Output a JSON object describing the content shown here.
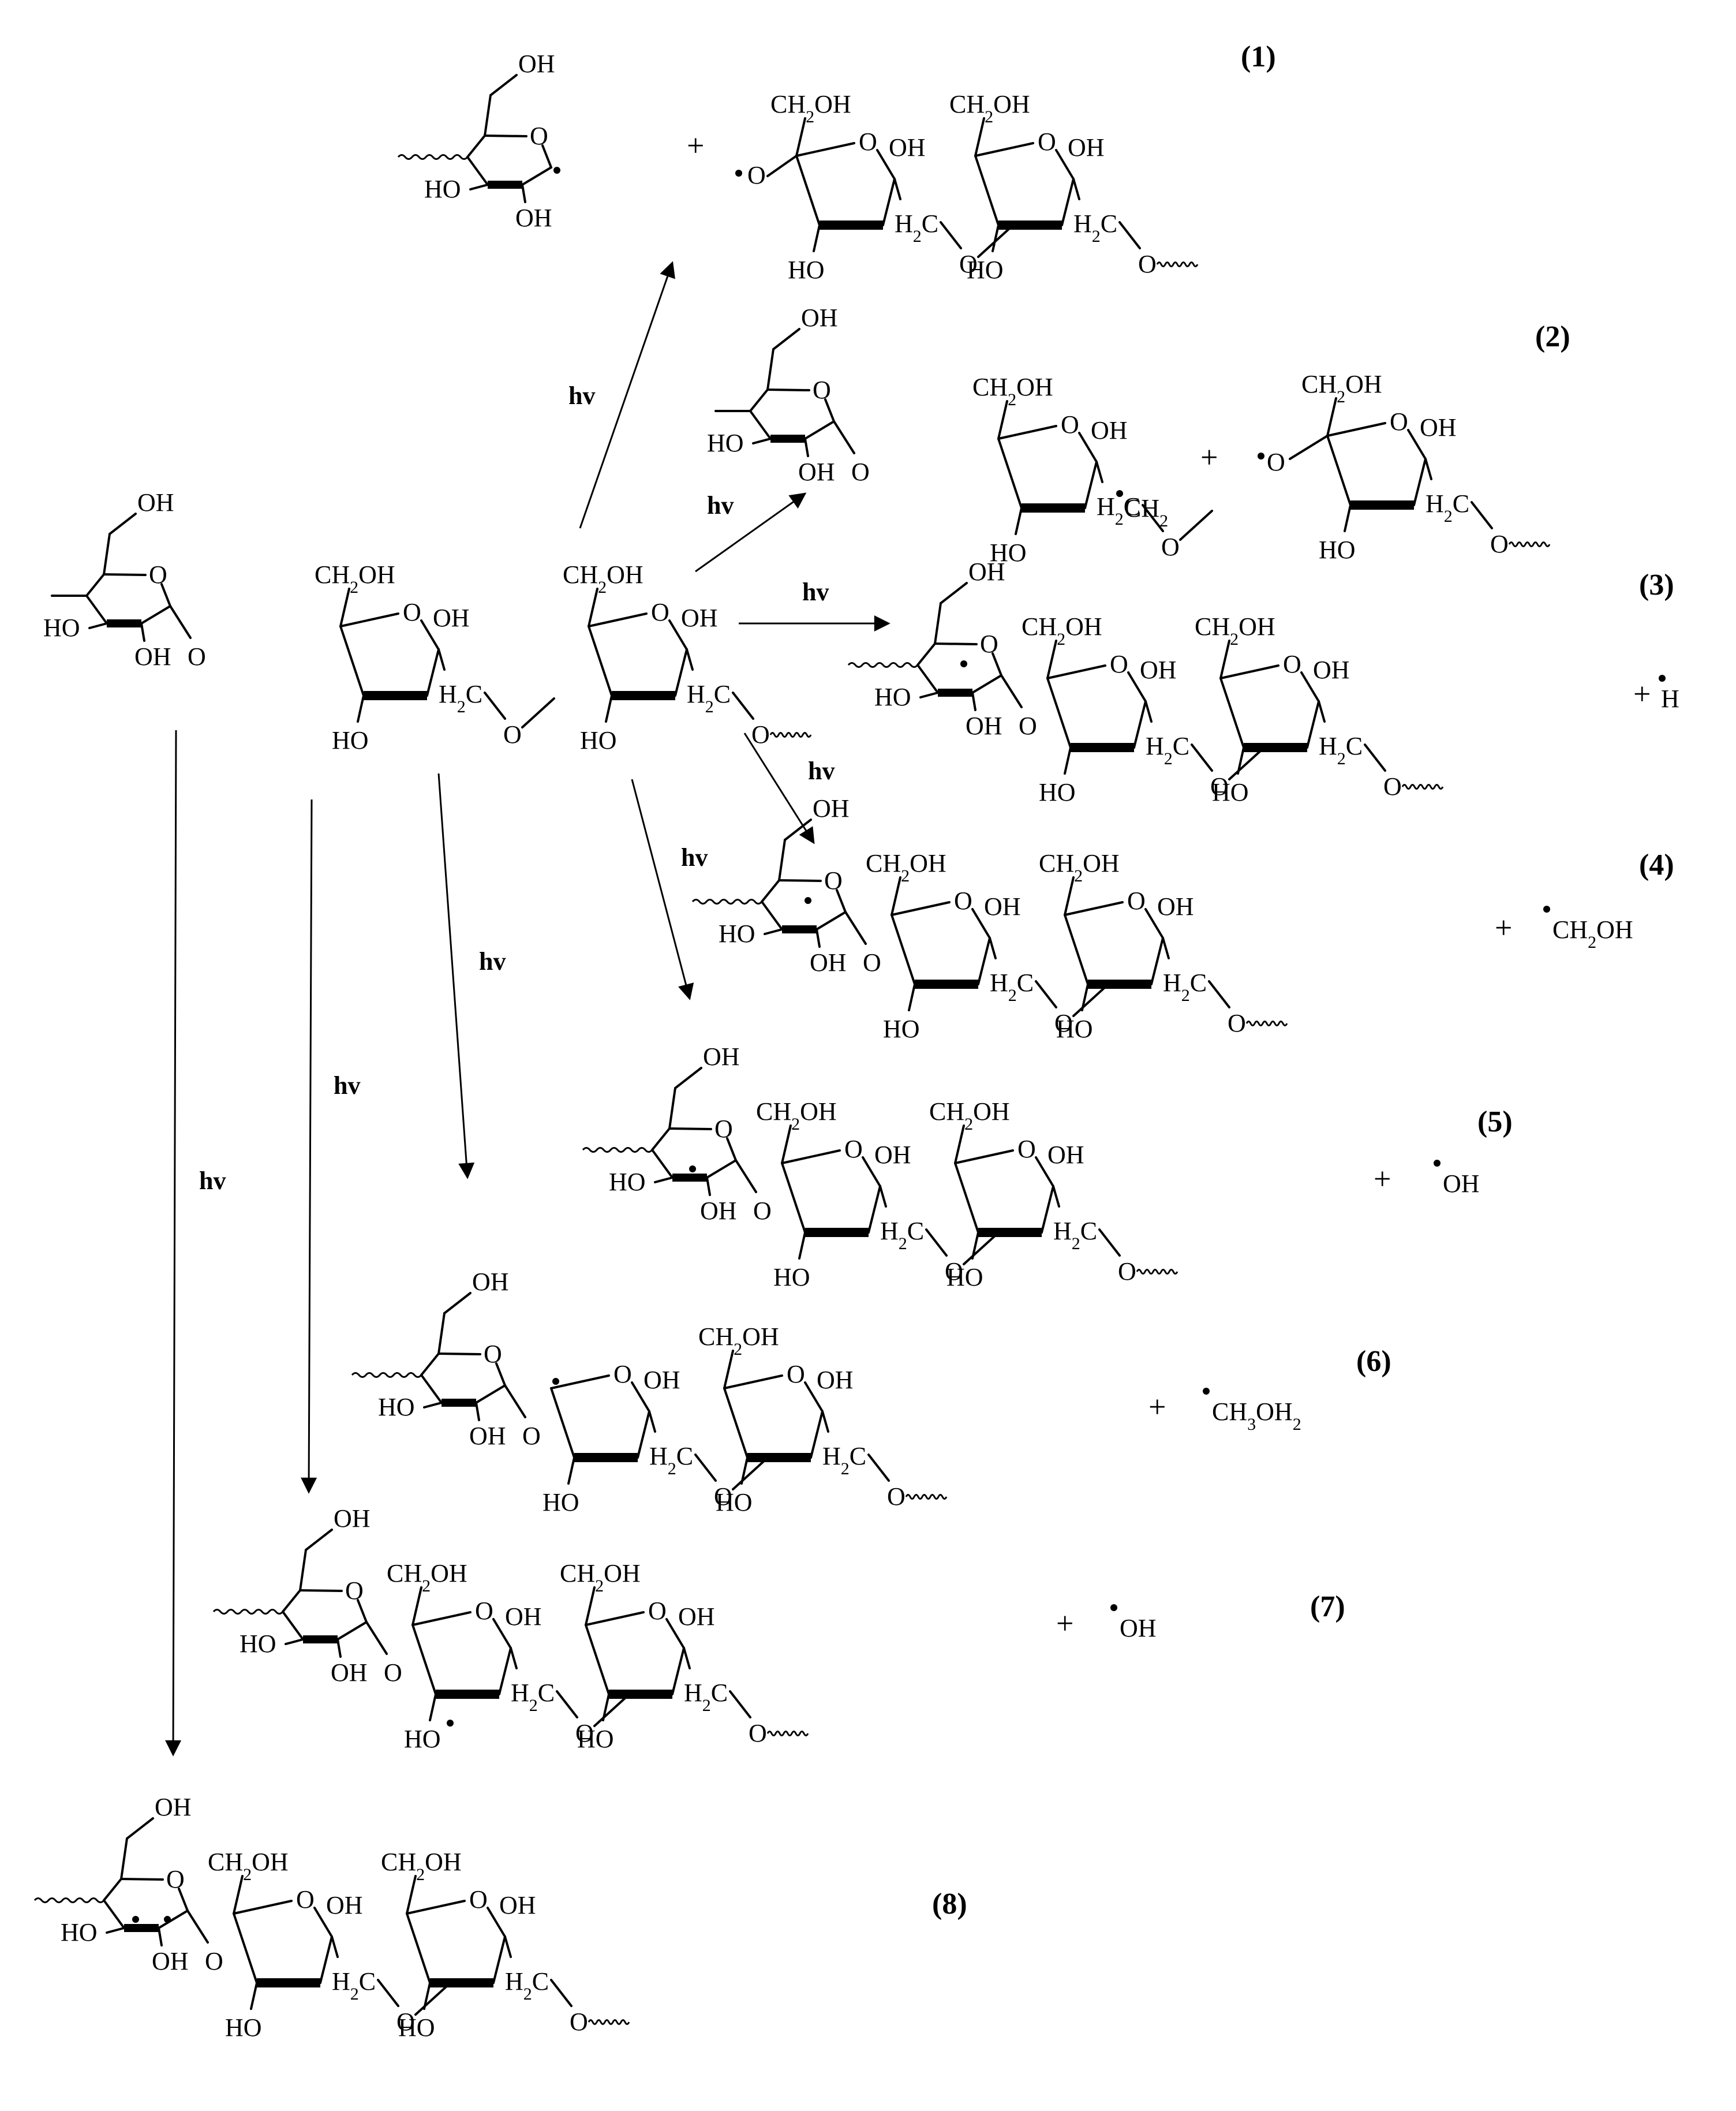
{
  "hv_label": "hv",
  "plus": "+",
  "product_labels": [
    "(1)",
    "(2)",
    "(3)",
    "(4)",
    "(5)",
    "(6)",
    "(7)",
    "(8)"
  ],
  "groups": {
    "oh": "OH",
    "ho": "HO",
    "ch2oh": "CH2OH",
    "h2c": "H2C",
    "ch2": "CH2",
    "o": "O"
  },
  "radical_byproducts": {
    "p3": "H",
    "p4": "CH2OH",
    "p5": "OH",
    "p6": "CH3OH2",
    "p7": "OH"
  },
  "ink_color": "#000000"
}
